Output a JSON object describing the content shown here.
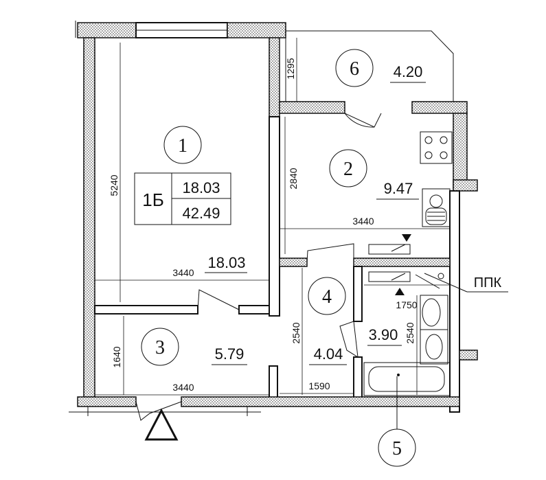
{
  "rooms": [
    {
      "number": "1",
      "area": "18.03"
    },
    {
      "number": "2",
      "area": "9.47"
    },
    {
      "number": "3",
      "area": "5.79"
    },
    {
      "number": "4",
      "area": "4.04"
    },
    {
      "number": "5",
      "area": "3.90"
    },
    {
      "number": "6",
      "area": "4.20"
    }
  ],
  "apartment": {
    "type": "1Б",
    "living_area": "18.03",
    "total_area": "42.49"
  },
  "dimensions": {
    "room1_width": "3440",
    "room1_height": "5240",
    "balcony_depth": "1295",
    "room2_height": "2840",
    "room2_width": "3440",
    "hall_width": "3440",
    "hall_height": "1640",
    "corridor_height": "2540",
    "corridor_width": "1590",
    "bath_width": "1750",
    "bath_height": "2540"
  },
  "labels": {
    "riser": "ППК"
  }
}
